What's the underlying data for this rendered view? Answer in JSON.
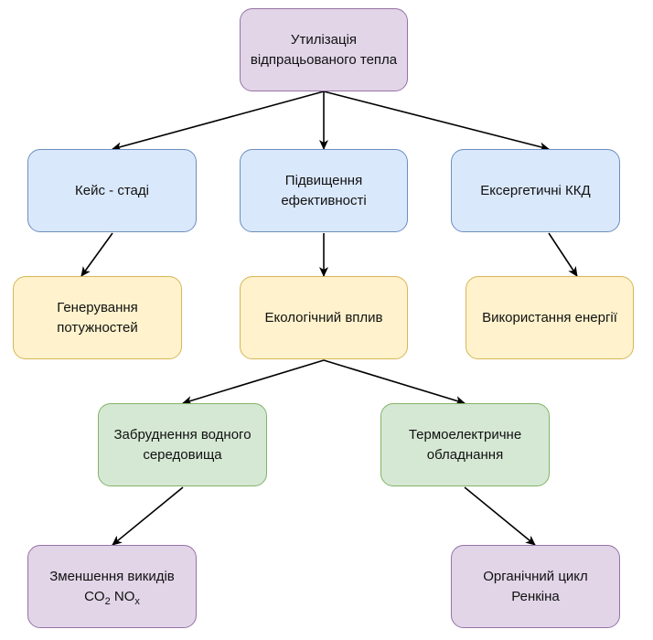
{
  "diagram": {
    "nodes": [
      {
        "id": "waste-heat",
        "lines": [
          "Утилізація",
          "відпрацьованого тепла"
        ],
        "color": "purple"
      },
      {
        "id": "case-studies",
        "lines": [
          "Кейс - стаді"
        ],
        "color": "blue"
      },
      {
        "id": "efficiency",
        "lines": [
          "Підвищення",
          "ефективності"
        ],
        "color": "blue"
      },
      {
        "id": "exergy",
        "lines": [
          "Ексергетичні ККД"
        ],
        "color": "blue"
      },
      {
        "id": "power-gen",
        "lines": [
          "Генерування",
          "потужностей"
        ],
        "color": "yellow"
      },
      {
        "id": "eco-impact",
        "lines": [
          "Екологічний вплив"
        ],
        "color": "yellow"
      },
      {
        "id": "energy-use",
        "lines": [
          "Використання енергії"
        ],
        "color": "yellow"
      },
      {
        "id": "water-pollution",
        "lines": [
          "Забруднення водного",
          "середовища"
        ],
        "color": "green"
      },
      {
        "id": "thermoelectric",
        "lines": [
          "Термоелектричне",
          "обладнання"
        ],
        "color": "green"
      },
      {
        "id": "emissions",
        "lines": [
          "Зменшення викидів"
        ],
        "formula": [
          {
            "t": "CO"
          },
          {
            "sub": "2"
          },
          {
            "t": " NO"
          },
          {
            "sub": "x"
          }
        ],
        "color": "purple"
      },
      {
        "id": "orc",
        "lines": [
          "Органічний цикл",
          "Ренкіна"
        ],
        "color": "purple"
      }
    ],
    "edges": [
      {
        "from": "waste-heat",
        "to": "case-studies"
      },
      {
        "from": "waste-heat",
        "to": "efficiency"
      },
      {
        "from": "waste-heat",
        "to": "exergy"
      },
      {
        "from": "case-studies",
        "to": "power-gen"
      },
      {
        "from": "efficiency",
        "to": "eco-impact"
      },
      {
        "from": "exergy",
        "to": "energy-use"
      },
      {
        "from": "eco-impact",
        "to": "water-pollution"
      },
      {
        "from": "eco-impact",
        "to": "thermoelectric"
      },
      {
        "from": "water-pollution",
        "to": "emissions"
      },
      {
        "from": "thermoelectric",
        "to": "orc"
      }
    ],
    "colors": {
      "purple_fill": "#e1d5e7",
      "purple_stroke": "#9673a6",
      "blue_fill": "#dae8fc",
      "blue_stroke": "#6c8ebf",
      "yellow_fill": "#fff2cc",
      "yellow_stroke": "#d6b656",
      "green_fill": "#d5e8d4",
      "green_stroke": "#82b366",
      "edge": "#000000"
    }
  }
}
